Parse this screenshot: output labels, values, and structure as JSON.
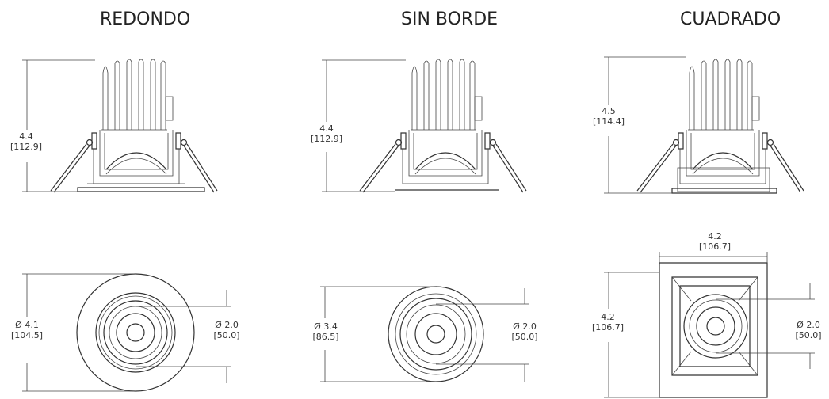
{
  "titles": {
    "redondo": "REDONDO",
    "sin_borde": "SIN BORDE",
    "cuadrado": "CUADRADO"
  },
  "dims": {
    "redondo_height": "4.4",
    "redondo_height_mm": "[112.9]",
    "sin_borde_height": "4.4",
    "sin_borde_height_mm": "[112.9]",
    "cuadrado_height": "4.5",
    "cuadrado_height_mm": "[114.4]",
    "redondo_diameter": "Ø 4.1",
    "redondo_diameter_mm": "[104.5]",
    "redondo_aperture": "Ø 2.0",
    "redondo_aperture_mm": "[50.0]",
    "sin_borde_diameter": "Ø 3.4",
    "sin_borde_diameter_mm": "[86.5]",
    "sin_borde_aperture": "Ø 2.0",
    "sin_borde_aperture_mm": "[50.0]",
    "cuadrado_width": "4.2",
    "cuadrado_width_mm": "[106.7]",
    "cuadrado_side": "4.2",
    "cuadrado_side_mm": "[106.7]",
    "cuadrado_aperture": "Ø 2.0",
    "cuadrado_aperture_mm": "[50.0]"
  }
}
